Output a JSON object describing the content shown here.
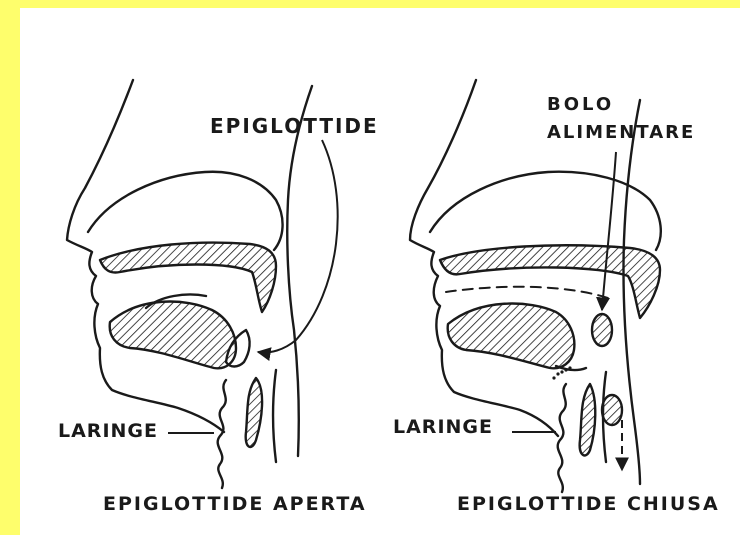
{
  "colors": {
    "frame": "#fefe6c",
    "ink": "#1a1a1a",
    "background": "#ffffff"
  },
  "labels": {
    "epiglottide": "EPIGLOTTIDE",
    "bolo_line1": "BOLO",
    "bolo_line2": "ALIMENTARE",
    "laringe_left": "LARINGE",
    "laringe_right": "LARINGE"
  },
  "captions": {
    "left": "EPIGLOTTIDE APERTA",
    "right": "EPIGLOTTIDE CHIUSA"
  }
}
